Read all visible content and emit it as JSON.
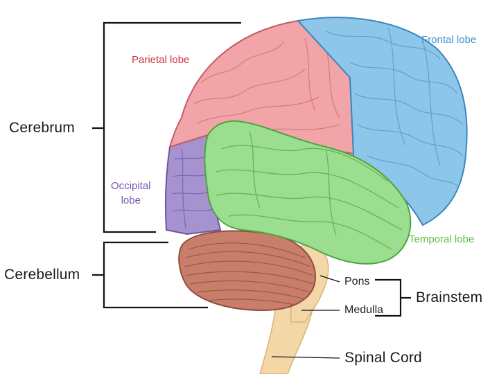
{
  "labels": {
    "cerebrum": "Cerebrum",
    "cerebellum": "Cerebellum",
    "parietal": "Parietal lobe",
    "frontal": "Frontal lobe",
    "occipital_line1": "Occipital",
    "occipital_line2": "lobe",
    "temporal": "Temporal lobe",
    "pons": "Pons",
    "medulla": "Medulla",
    "brainstem": "Brainstem",
    "spinal_cord": "Spinal Cord"
  },
  "colors": {
    "parietal": "#f2a5a9",
    "frontal": "#8ec6ea",
    "occipital": "#a592cf",
    "temporal": "#9bde8f",
    "cerebellum": "#c87e6a",
    "brainstem": "#f3d7a6",
    "parietal_text": "#d0323a",
    "frontal_text": "#3d94cf",
    "occipital_text": "#7b55b4",
    "temporal_text": "#5bbf45"
  }
}
